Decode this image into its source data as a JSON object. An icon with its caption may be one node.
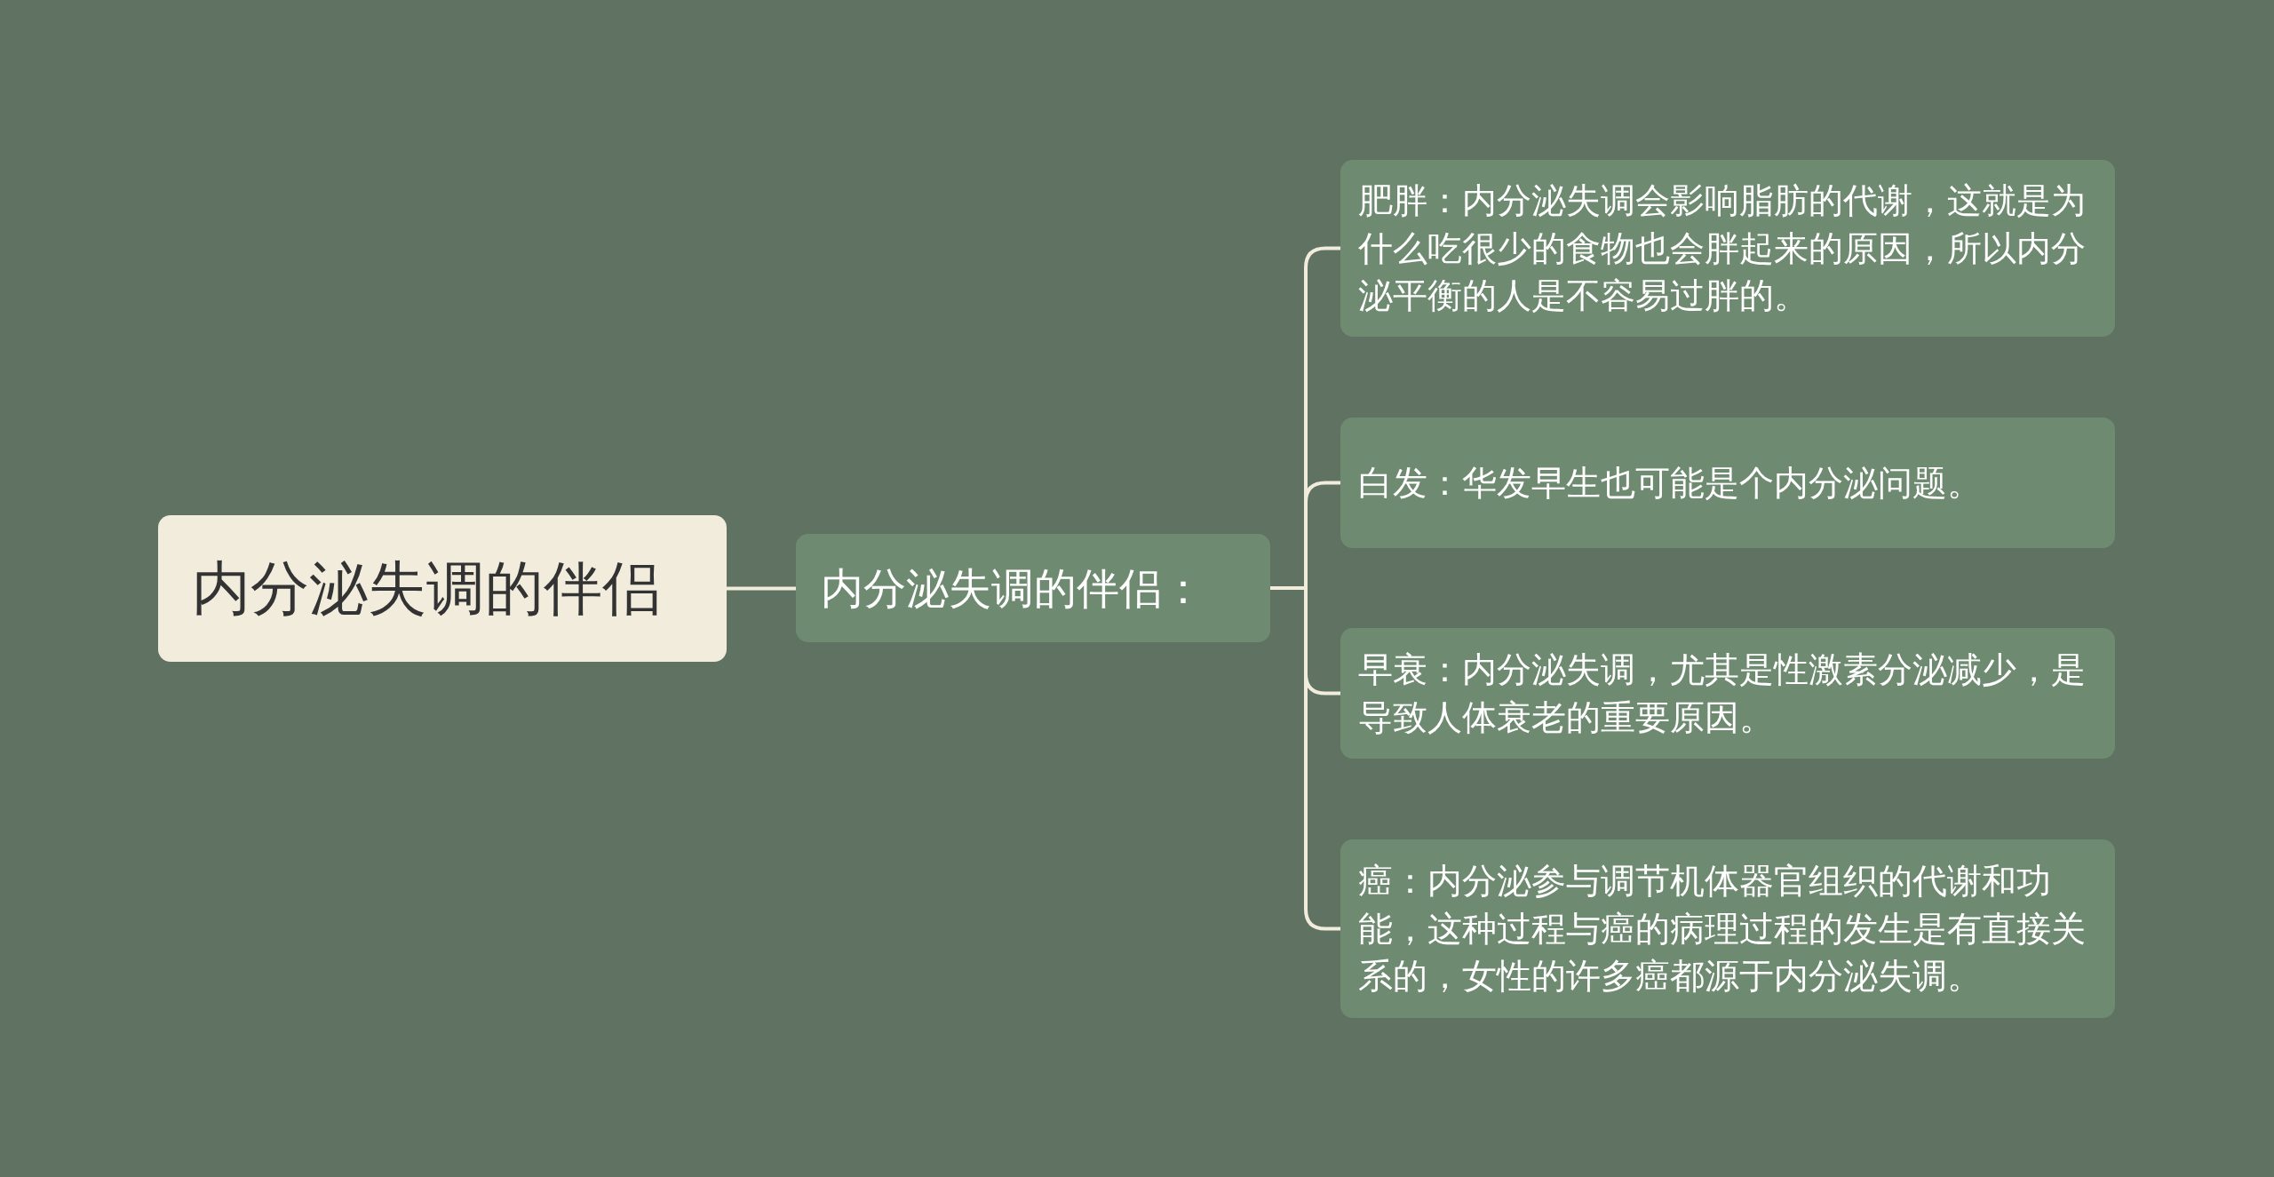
{
  "diagram": {
    "nodes": [
      {
        "text": [
          "内分泌失调的伴侣"
        ]
      },
      {
        "text": [
          "内分泌失调的伴侣："
        ]
      },
      {
        "text": [
          "肥胖：内分泌失调会影响脂肪的代谢，这就是为什么吃很少的食物也会胖起来的原因，所以内分泌平衡的人是不容易过胖的。"
        ]
      },
      {
        "text": [
          "白发：华发早生也可能是个内分泌问题。"
        ]
      },
      {
        "text": [
          "早衰：内分泌失调，尤其是性激素分泌减少，是导致人体衰老的重要原因。"
        ]
      },
      {
        "text": [
          "癌：内分泌参与调节机体器官组织的代谢和功能，这种过程与癌的病理过程的发生是有直接关系的，女性的许多癌都源于内分泌失调。"
        ]
      }
    ],
    "edges": [
      {
        "from": 0,
        "to": 1,
        "arrow": "none"
      },
      {
        "from": 1,
        "to": 2,
        "arrow": "none"
      },
      {
        "from": 1,
        "to": 3,
        "arrow": "none"
      },
      {
        "from": 1,
        "to": 4,
        "arrow": "none"
      },
      {
        "from": 1,
        "to": 5,
        "arrow": "none"
      }
    ]
  }
}
